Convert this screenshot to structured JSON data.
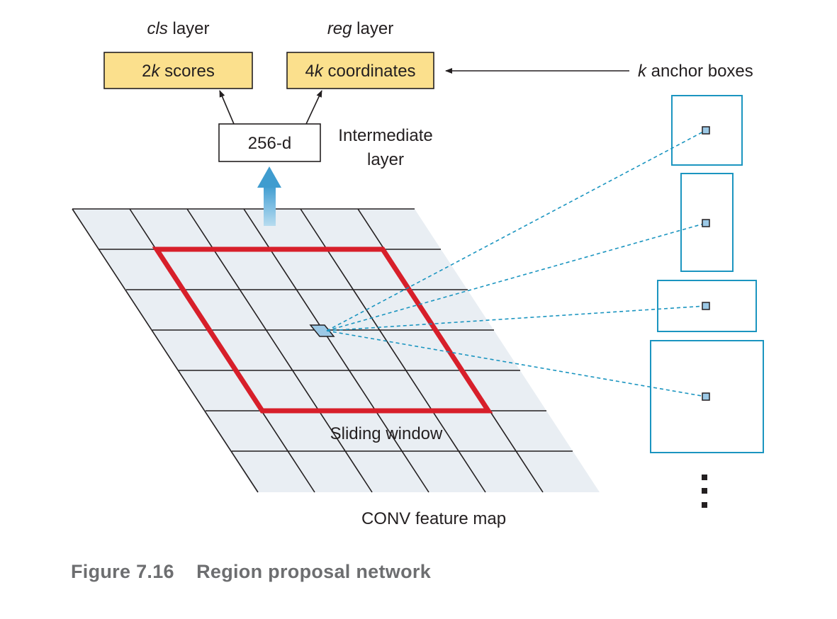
{
  "labels": {
    "cls_layer_italic": "cls",
    "cls_layer_rest": " layer",
    "reg_layer_italic": "reg",
    "reg_layer_rest": " layer",
    "scores_k_prefix": "2",
    "scores_k": "k",
    "scores_rest": " scores",
    "coords_k_prefix": "4",
    "coords_k": "k",
    "coords_rest": " coordinates",
    "anchor_k": "k",
    "anchor_rest": " anchor boxes",
    "intermediate_box": "256-d",
    "intermediate_line1": "Intermediate",
    "intermediate_line2": "layer",
    "sliding_window": "Sliding window",
    "feature_map": "CONV feature map",
    "vertical_ellipsis": "⋮"
  },
  "caption": {
    "number": "Figure 7.16",
    "title": "Region proposal network"
  },
  "colors": {
    "output_box_fill": "#fbe08d",
    "grid_fill": "#e9eef3",
    "sliding_window": "#d71f2a",
    "anchor_stroke": "#1b95c0",
    "dashed_line": "#1b95c0",
    "up_arrow": "#48a3d2",
    "anchor_center_fill": "#9cc9e6"
  }
}
